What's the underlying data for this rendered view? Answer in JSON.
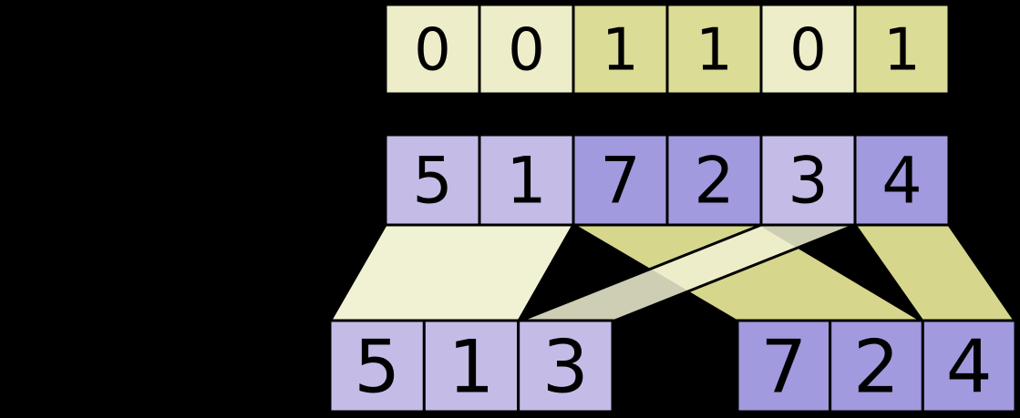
{
  "diagram": {
    "type": "vector-partition-diagram",
    "background": "#000000",
    "border_color": "#000000",
    "text_color": "#000000",
    "colors": {
      "mask_zero_cell": "#edeec9",
      "mask_one_cell": "#dbdc95",
      "value_light_cell": "#c4bce7",
      "value_dark_cell": "#a29ade",
      "ribbon_light": "#f1f2d3",
      "ribbon_dark": "#d6d78c"
    },
    "mask_row": {
      "name": "mask-row",
      "cells": [
        {
          "value": "0",
          "shade": "zero"
        },
        {
          "value": "0",
          "shade": "zero"
        },
        {
          "value": "1",
          "shade": "one"
        },
        {
          "value": "1",
          "shade": "one"
        },
        {
          "value": "0",
          "shade": "zero"
        },
        {
          "value": "1",
          "shade": "one"
        }
      ]
    },
    "vector_row": {
      "name": "vector-row",
      "cells": [
        {
          "value": "5",
          "shade": "light"
        },
        {
          "value": "1",
          "shade": "light"
        },
        {
          "value": "7",
          "shade": "dark"
        },
        {
          "value": "2",
          "shade": "dark"
        },
        {
          "value": "3",
          "shade": "light"
        },
        {
          "value": "4",
          "shade": "dark"
        }
      ]
    },
    "left_output_row": {
      "name": "left-output-row",
      "shade": "light",
      "cells": [
        {
          "value": "5"
        },
        {
          "value": "1"
        },
        {
          "value": "3"
        }
      ]
    },
    "right_output_row": {
      "name": "right-output-row",
      "shade": "dark",
      "cells": [
        {
          "value": "7"
        },
        {
          "value": "2"
        },
        {
          "value": "4"
        }
      ]
    },
    "flows": [
      {
        "label": "values-7-2-to-right",
        "from_start": 2,
        "from_end": 4,
        "to_row": "right",
        "to_start": 0,
        "to_end": 2,
        "shade": "dark",
        "opacity": 1
      },
      {
        "label": "value-4-to-right",
        "from_start": 5,
        "from_end": 6,
        "to_row": "right",
        "to_start": 2,
        "to_end": 3,
        "shade": "dark",
        "opacity": 1
      },
      {
        "label": "values-5-1-to-left",
        "from_start": 0,
        "from_end": 2,
        "to_row": "left",
        "to_start": 0,
        "to_end": 2,
        "shade": "light",
        "opacity": 1
      },
      {
        "label": "value-3-to-left",
        "from_start": 4,
        "from_end": 5,
        "to_row": "left",
        "to_start": 2,
        "to_end": 3,
        "shade": "light",
        "opacity": 0.85
      }
    ]
  }
}
